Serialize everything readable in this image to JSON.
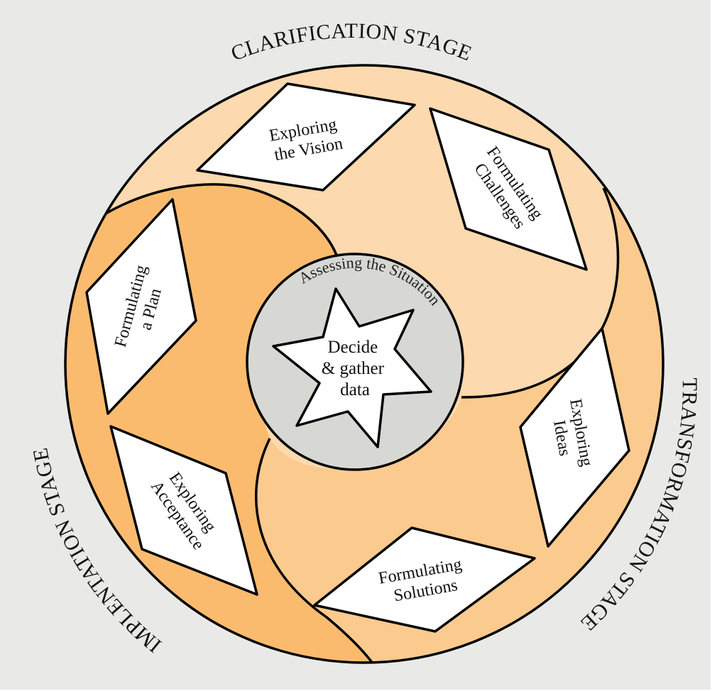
{
  "stages": {
    "clarification": {
      "label": "CLARIFICATION STAGE",
      "color": "#FCD9AE"
    },
    "transformation": {
      "label": "TRANSFORMATION STAGE",
      "color": "#FBCA8E"
    },
    "implementation": {
      "label": "IMPLENTATION STAGE",
      "color": "#FBBB6F"
    }
  },
  "steps": [
    {
      "id": "exploring-vision",
      "line1": "Exploring",
      "line2": "the Vision",
      "stage": "clarification"
    },
    {
      "id": "formulating-challenges",
      "line1": "Formulating",
      "line2": "Challenges",
      "stage": "clarification"
    },
    {
      "id": "exploring-ideas",
      "line1": "Exploring",
      "line2": "Ideas",
      "stage": "transformation"
    },
    {
      "id": "formulating-solutions",
      "line1": "Formulating",
      "line2": "Solutions",
      "stage": "transformation"
    },
    {
      "id": "exploring-acceptance",
      "line1": "Exploring",
      "line2": "Acceptance",
      "stage": "implementation"
    },
    {
      "id": "formulating-plan",
      "line1": "Formulating",
      "line2": "a Plan",
      "stage": "implementation"
    }
  ],
  "center": {
    "ring_label": "Assessing the Situation",
    "star_lines": [
      "Decide",
      "& gather",
      "data"
    ],
    "color": "#D7D7D4"
  },
  "colors": {
    "background": "#E9E9E7",
    "card": "#FFFFFF",
    "outline": "#000000"
  }
}
